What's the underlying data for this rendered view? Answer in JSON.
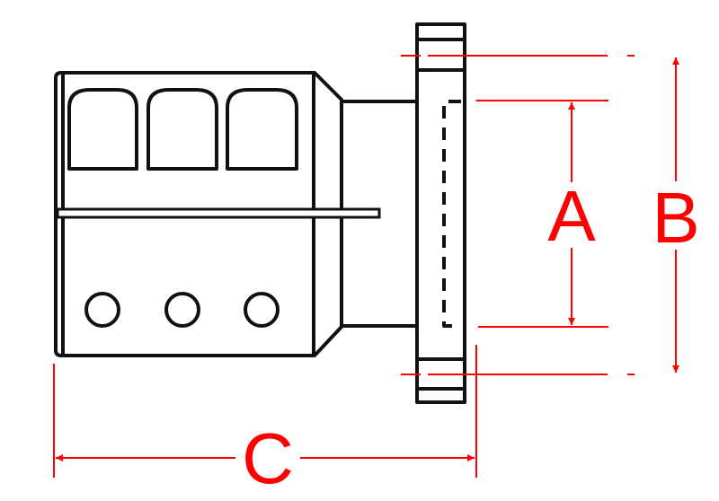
{
  "dimensions": {
    "a_label": "A",
    "b_label": "B",
    "c_label": "C"
  },
  "colors": {
    "dimension": "#ff0000",
    "outline": "#111111"
  }
}
